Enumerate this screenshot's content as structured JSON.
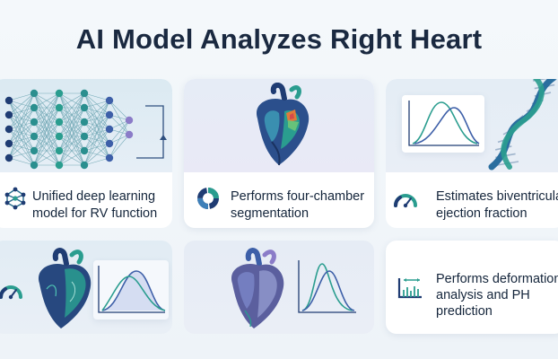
{
  "title": "AI Model Analyzes Right Heart",
  "cards": [
    {
      "line1": "Unified deep learning",
      "line2": "model for RV function",
      "icon": "network-icon"
    },
    {
      "line1": "Performs four-chamber",
      "line2": "segmentation",
      "icon": "segmented-ring-icon"
    },
    {
      "line1": "Estimates biventricular",
      "line2": "ejection fraction",
      "icon": "gauge-icon"
    },
    {
      "line1": "",
      "line2": "",
      "icon": "gauge-icon"
    },
    {
      "line1": "",
      "line2": "",
      "icon": ""
    },
    {
      "line1": "Performs deformation",
      "line2": "analysis and PH",
      "line3": "prediction",
      "icon": "strain-chart-icon"
    }
  ],
  "colors": {
    "title": "#1a2940",
    "teal": "#2a9d8f",
    "navy": "#1f3c73",
    "blue": "#3d5fa8",
    "green": "#4caf50",
    "purple": "#8b7cc8"
  }
}
